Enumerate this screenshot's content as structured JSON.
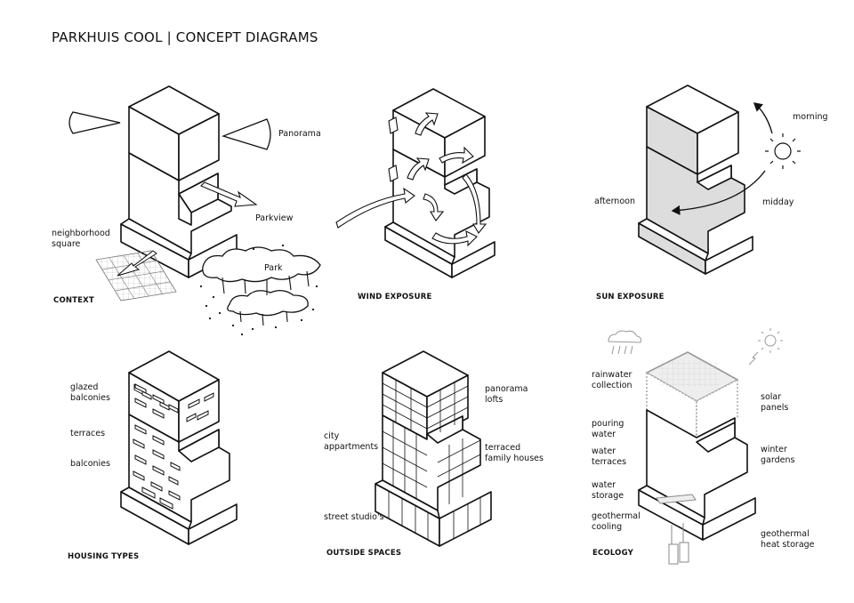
{
  "title": "PARKHUIS COOL | CONCEPT DIAGRAMS",
  "panels": {
    "context": {
      "caption": "CONTEXT",
      "labels": {
        "panorama": "Panorama",
        "parkview": "Parkview",
        "neighborhood": "neighborhood\nsquare",
        "park": "Park"
      }
    },
    "wind": {
      "caption": "WIND EXPOSURE"
    },
    "sun": {
      "caption": "SUN EXPOSURE",
      "labels": {
        "morning": "morning",
        "midday": "midday",
        "afternoon": "afternoon"
      }
    },
    "housing": {
      "caption": "HOUSING TYPES",
      "labels": {
        "glazed": "glazed\nbalconies",
        "terraces": "terraces",
        "balconies": "balconies"
      }
    },
    "outside": {
      "caption": "OUTSIDE SPACES",
      "labels": {
        "panorama_lofts": "panorama\nlofts",
        "city_apartments": "city\nappartments",
        "terraced": "terraced\nfamily houses",
        "studios": "street studio's"
      }
    },
    "ecology": {
      "caption": "ECOLOGY",
      "labels": {
        "rainwater": "rainwater\ncollection",
        "pouring": "pouring\nwater",
        "water_terraces": "water\nterraces",
        "water_storage": "water\nstorage",
        "geothermal_cooling": "geothermal\ncooling",
        "solar": "solar\npanels",
        "winter": "winter\ngardens",
        "geo_heat": "geothermal\nheat storage"
      }
    }
  }
}
